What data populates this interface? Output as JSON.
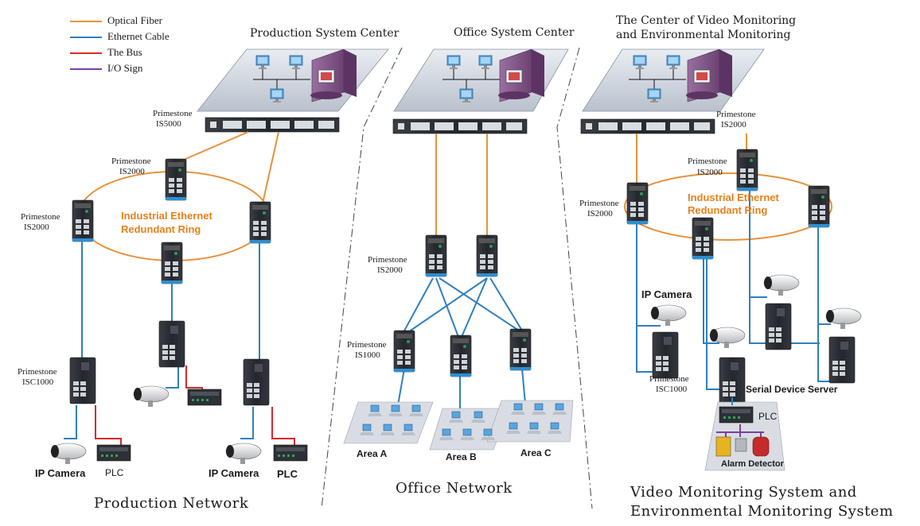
{
  "legend": {
    "optical_fiber": "Optical Fiber",
    "ethernet_cable": "Ethernet Cable",
    "the_bus": "The Bus",
    "io_sign": "I/O Sign",
    "colors": {
      "optical_fiber": "#e8913a",
      "ethernet_cable": "#2f7fbf",
      "the_bus": "#d62a2a",
      "io_sign": "#7b3fa0"
    }
  },
  "centers": {
    "production": "Production System Center",
    "office": "Office System Center",
    "video_line1": "The Center of Video Monitoring",
    "video_line2": "and Environmental Monitoring"
  },
  "production": {
    "core_brand": "Primestone",
    "core_model": "IS5000",
    "top_brand": "Primestone",
    "top_model": "IS2000",
    "left_brand": "Primestone",
    "left_model": "IS2000",
    "ring_line1": "Industrial Ethernet",
    "ring_line2": "Redundant Ring",
    "isc_brand": "Primestone",
    "isc_model": "ISC1000",
    "ip_camera_left": "IP Camera",
    "plc_left": "PLC",
    "ip_camera_right": "IP Camera",
    "plc_right": "PLC",
    "network_label": "Production Network"
  },
  "office": {
    "agg_brand": "Primestone",
    "agg_model": "IS2000",
    "edge_brand": "Primestone",
    "edge_model": "IS1000",
    "area_a": "Area A",
    "area_b": "Area B",
    "area_c": "Area C",
    "network_label": "Office Network"
  },
  "video": {
    "core_brand": "Primestone",
    "core_model": "IS2000",
    "top_brand": "Primestone",
    "top_model": "IS2000",
    "left_brand": "Primestone",
    "left_model": "IS2000",
    "ring_line1": "Industrial Ethernet",
    "ring_line2": "Redundant Ring",
    "ip_camera": "IP Camera",
    "isc_brand": "Primestone",
    "isc_model": "ISC1000",
    "serial_server": "Serial Device Server",
    "plc": "PLC",
    "alarm": "Alarm Detector",
    "network_line1": "Video Monitoring System and",
    "network_line2": "Environmental Monitoring System"
  }
}
